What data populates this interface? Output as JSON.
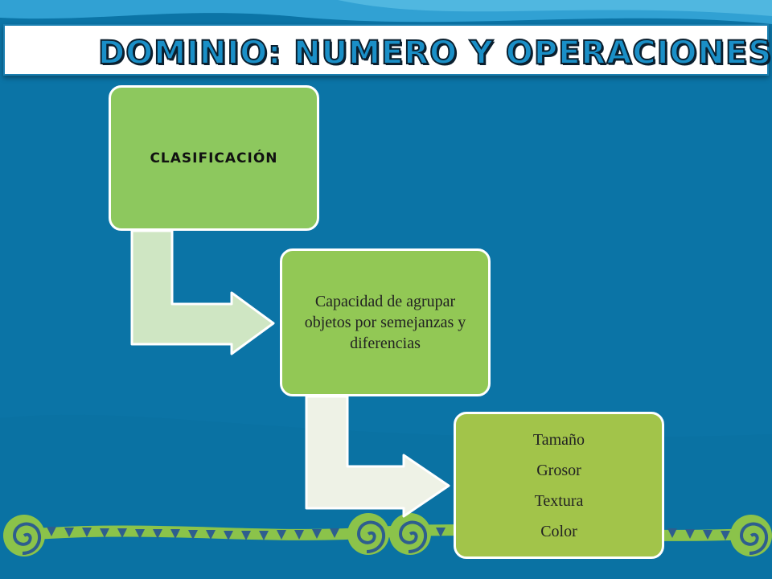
{
  "title": "DOMINIO: NUMERO Y OPERACIONES",
  "nodes": [
    {
      "label": "CLASIFICACIÓN"
    },
    {
      "label": "Capacidad de agrupar objetos por semejanzas y diferencias"
    },
    {
      "items": [
        "Tamaño",
        "Grosor",
        "Textura",
        "Color"
      ]
    }
  ],
  "colors": {
    "background": "#0b74a6",
    "node1": "#8dc85e",
    "node2": "#92c855",
    "node3": "#a2c44a",
    "arrow1": "#cfe6c3",
    "arrow2": "#eef2e6",
    "vine": "#8bc34a",
    "swirl_fill": "#8bc34a",
    "triangle": "#2e5e8e",
    "title_text": "#1a8fc7"
  },
  "icons": [
    "spiral-icon",
    "triangle-pattern"
  ]
}
